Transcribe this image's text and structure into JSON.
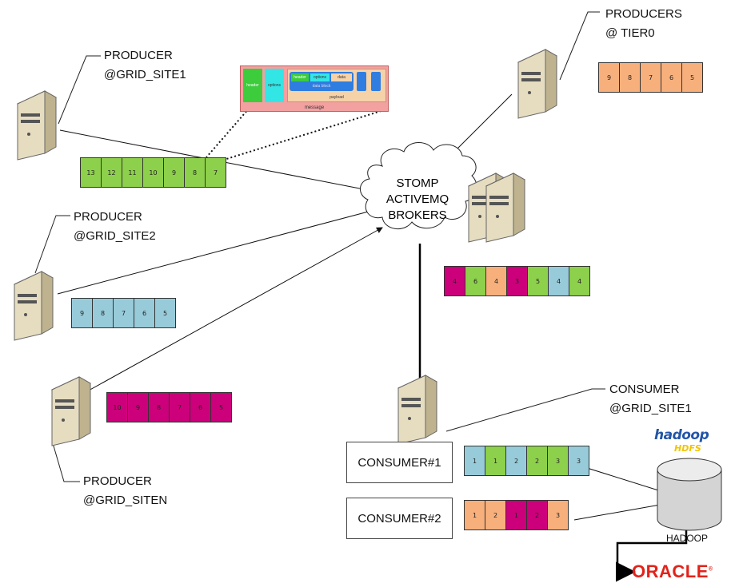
{
  "producers": {
    "site1": {
      "line1": "PRODUCER",
      "line2": "@GRID_SITE1"
    },
    "site2": {
      "line1": "PRODUCER",
      "line2": "@GRID_SITE2"
    },
    "siten": {
      "line1": "PRODUCER",
      "line2": "@GRID_SITEN"
    },
    "tier0": {
      "line1": "PRODUCERS",
      "line2": "@ TIER0"
    }
  },
  "broker": {
    "line1": "STOMP",
    "line2": "ACTIVEMQ",
    "line3": "BROKERS"
  },
  "consumer_host": {
    "line1": "CONSUMER",
    "line2": "@GRID_SITE1"
  },
  "consumers": {
    "c1": "CONSUMER#1",
    "c2": "CONSUMER#2"
  },
  "hadoop": {
    "logo": "hadoop",
    "sub": "HDFS",
    "label": "HADOOP"
  },
  "oracle": {
    "logo": "ORACLE",
    "mark": "®"
  },
  "message_diagram": {
    "header": "header",
    "options": "options",
    "inner_header": "header",
    "inner_options": "options",
    "inner_data": "data",
    "data_block": "data block",
    "payload": "payload",
    "message": "message"
  },
  "colors": {
    "green": "#8dd04b",
    "blue": "#98cbd9",
    "orange": "#f7b07c",
    "magenta": "#cc007a"
  },
  "queues": {
    "site1": {
      "color": "green",
      "values": [
        "13",
        "12",
        "11",
        "10",
        "9",
        "8",
        "7"
      ]
    },
    "site2": {
      "color": "blue",
      "values": [
        "9",
        "8",
        "7",
        "6",
        "5"
      ]
    },
    "siten": {
      "color": "magenta",
      "values": [
        "10",
        "9",
        "8",
        "7",
        "6",
        "5"
      ]
    },
    "tier0": {
      "color": "orange",
      "values": [
        "9",
        "8",
        "7",
        "6",
        "5"
      ]
    },
    "broker": {
      "values": [
        "4",
        "6",
        "4",
        "3",
        "5",
        "4",
        "4"
      ],
      "colors": [
        "magenta",
        "green",
        "orange",
        "magenta",
        "green",
        "blue",
        "green"
      ]
    },
    "consumer1": {
      "values": [
        "1",
        "1",
        "2",
        "2",
        "3",
        "3"
      ],
      "colors": [
        "blue",
        "green",
        "blue",
        "green",
        "green",
        "blue"
      ]
    },
    "consumer2": {
      "values": [
        "1",
        "2",
        "1",
        "2",
        "3"
      ],
      "colors": [
        "orange",
        "orange",
        "magenta",
        "magenta",
        "orange"
      ]
    }
  }
}
